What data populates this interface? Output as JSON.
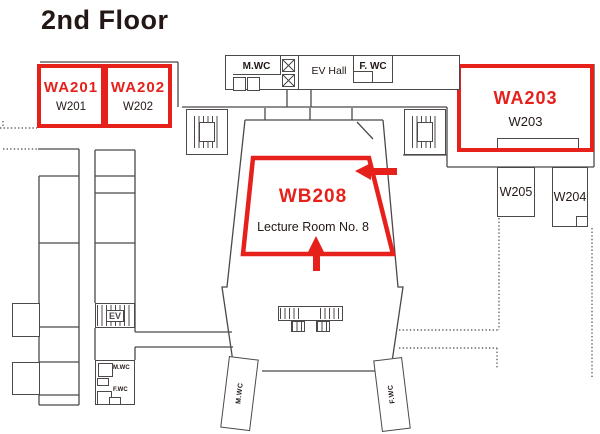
{
  "title": "2nd Floor",
  "colors": {
    "highlight_red": "#e6211c",
    "wall_gray": "#4c4948",
    "text_dark": "#231815"
  },
  "highlighted_rooms": {
    "wa201": {
      "code": "WA201",
      "number": "W201"
    },
    "wa202": {
      "code": "WA202",
      "number": "W202"
    },
    "wa203": {
      "code": "WA203",
      "number": "W203"
    },
    "wb208": {
      "code": "WB208",
      "name": "Lecture Room No. 8"
    }
  },
  "rooms": {
    "w205": "W205",
    "w204": "W204"
  },
  "top_corridor": {
    "mwc": "M.WC",
    "ev_hall": "EV Hall",
    "fwc": "F. WC"
  },
  "left_wing": {
    "ev": "EV",
    "mwc": "M.WC",
    "fwc": "F.WC"
  },
  "bottom_wing": {
    "mwc": "M.WC",
    "fwc": "F.WC"
  },
  "icons": {
    "elevator": "crossed-box",
    "stairs": "hatch-lines",
    "arrow_left": "red-arrow-left",
    "arrow_up": "red-arrow-up"
  }
}
